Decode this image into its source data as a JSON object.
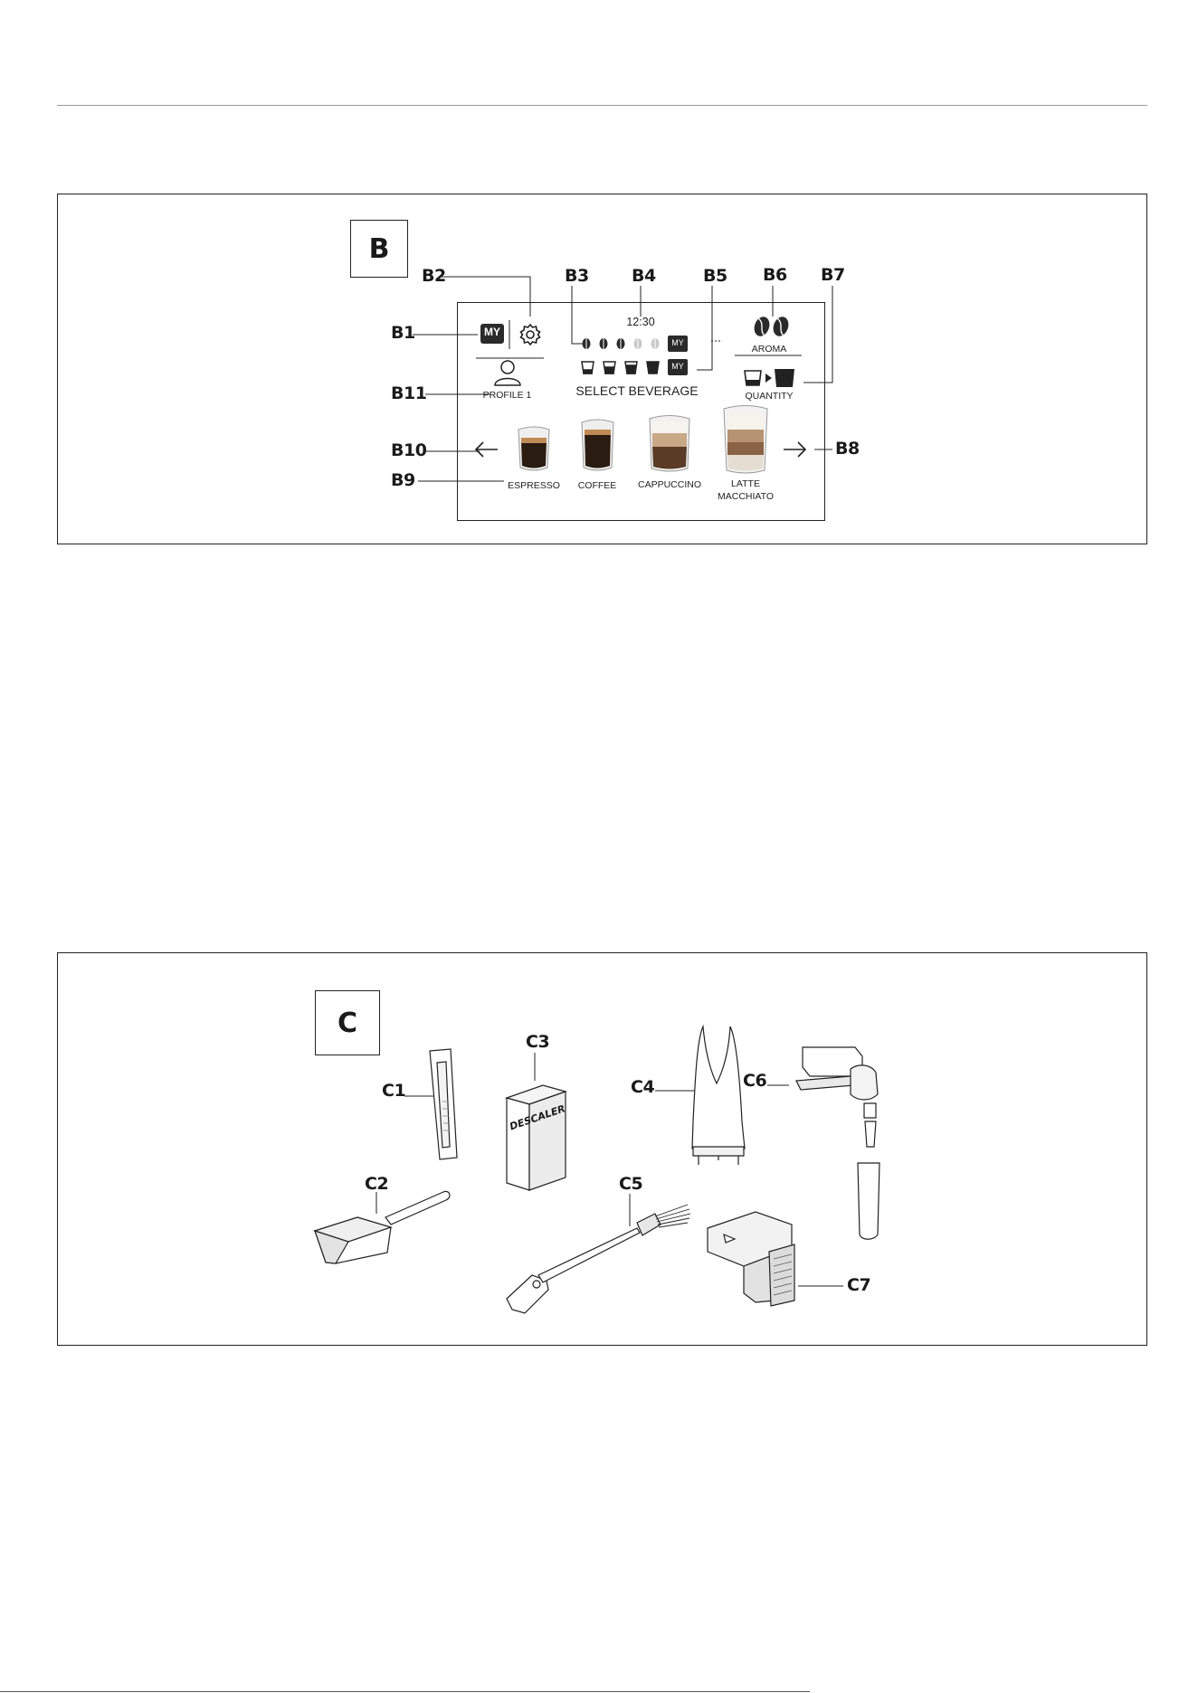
{
  "section_b": {
    "title": "B",
    "callouts": {
      "b1": "B1",
      "b2": "B2",
      "b3": "B3",
      "b4": "B4",
      "b5": "B5",
      "b6": "B6",
      "b7": "B7",
      "b8": "B8",
      "b9": "B9",
      "b10": "B10",
      "b11": "B11"
    },
    "screen": {
      "my_badge": "MY",
      "time": "12:30",
      "my_badge_intensity": "MY",
      "my_badge_quantity": "MY",
      "status": "SELECT BEVERAGE",
      "profile": "PROFILE 1",
      "aroma": "AROMA",
      "quantity": "QUANTITY",
      "intensity_level": 3,
      "intensity_max": 5,
      "beverages": [
        {
          "label": "ESPRESSO"
        },
        {
          "label": "COFFEE"
        },
        {
          "label": "CAPPUCCINO"
        },
        {
          "label_line1": "LATTE",
          "label_line2": "MACCHIATO"
        }
      ]
    }
  },
  "section_c": {
    "title": "C",
    "callouts": {
      "c1": "C1",
      "c2": "C2",
      "c3": "C3",
      "c4": "C4",
      "c5": "C5",
      "c6": "C6",
      "c7": "C7"
    },
    "descaler_label": "DESCALER"
  },
  "colors": {
    "ink": "#1a1a1a",
    "rule": "#9a9a9a",
    "badge": "#2a2a2a"
  }
}
